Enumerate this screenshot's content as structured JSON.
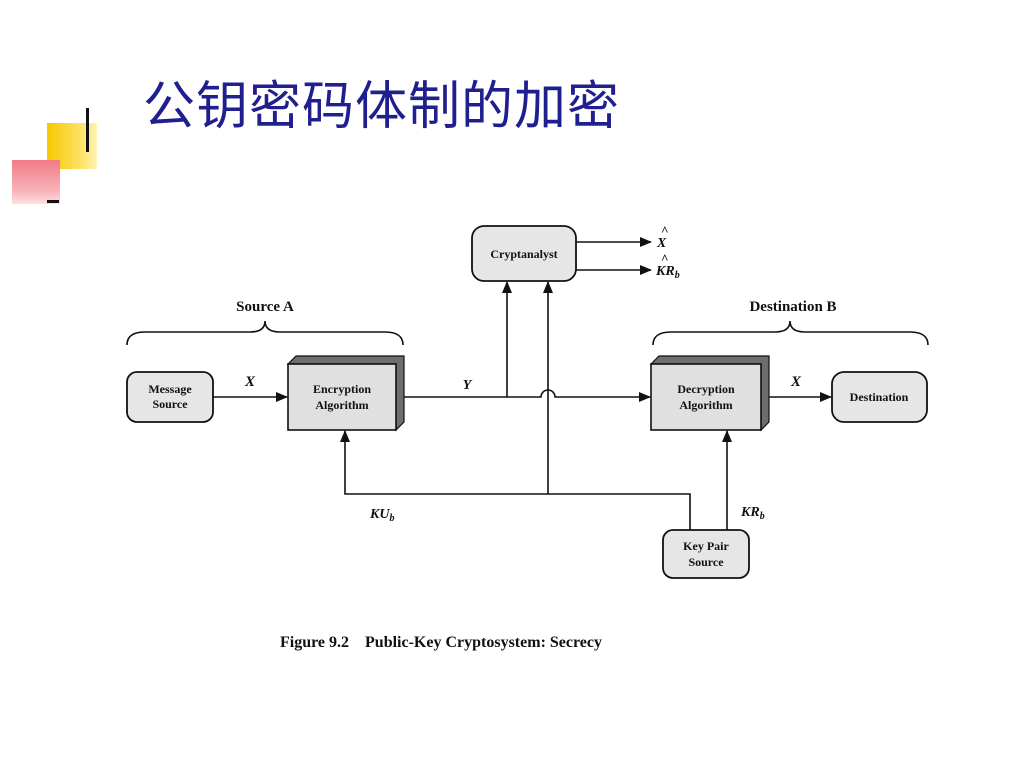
{
  "slide": {
    "title": "公钥密码体制的加密"
  },
  "diagram": {
    "nodes": {
      "message_source": [
        "Message",
        "Source"
      ],
      "encryption": [
        "Encryption",
        "Algorithm"
      ],
      "cryptanalyst": "Cryptanalyst",
      "decryption": [
        "Decryption",
        "Algorithm"
      ],
      "destination": "Destination",
      "key_pair_source": [
        "Key Pair",
        "Source"
      ]
    },
    "groups": {
      "source": "Source A",
      "destination": "Destination B"
    },
    "edges": {
      "plaintext": "X",
      "ciphertext": "Y",
      "plaintext_out": "X",
      "public_key": "KU",
      "public_key_sub": "b",
      "private_key": "KR",
      "private_key_sub": "b",
      "est_plaintext": "X",
      "est_key": "KR",
      "est_key_sub": "b",
      "hat": "^"
    },
    "caption_figure": "Figure 9.2",
    "caption_text": "Public-Key Cryptosystem: Secrecy"
  }
}
